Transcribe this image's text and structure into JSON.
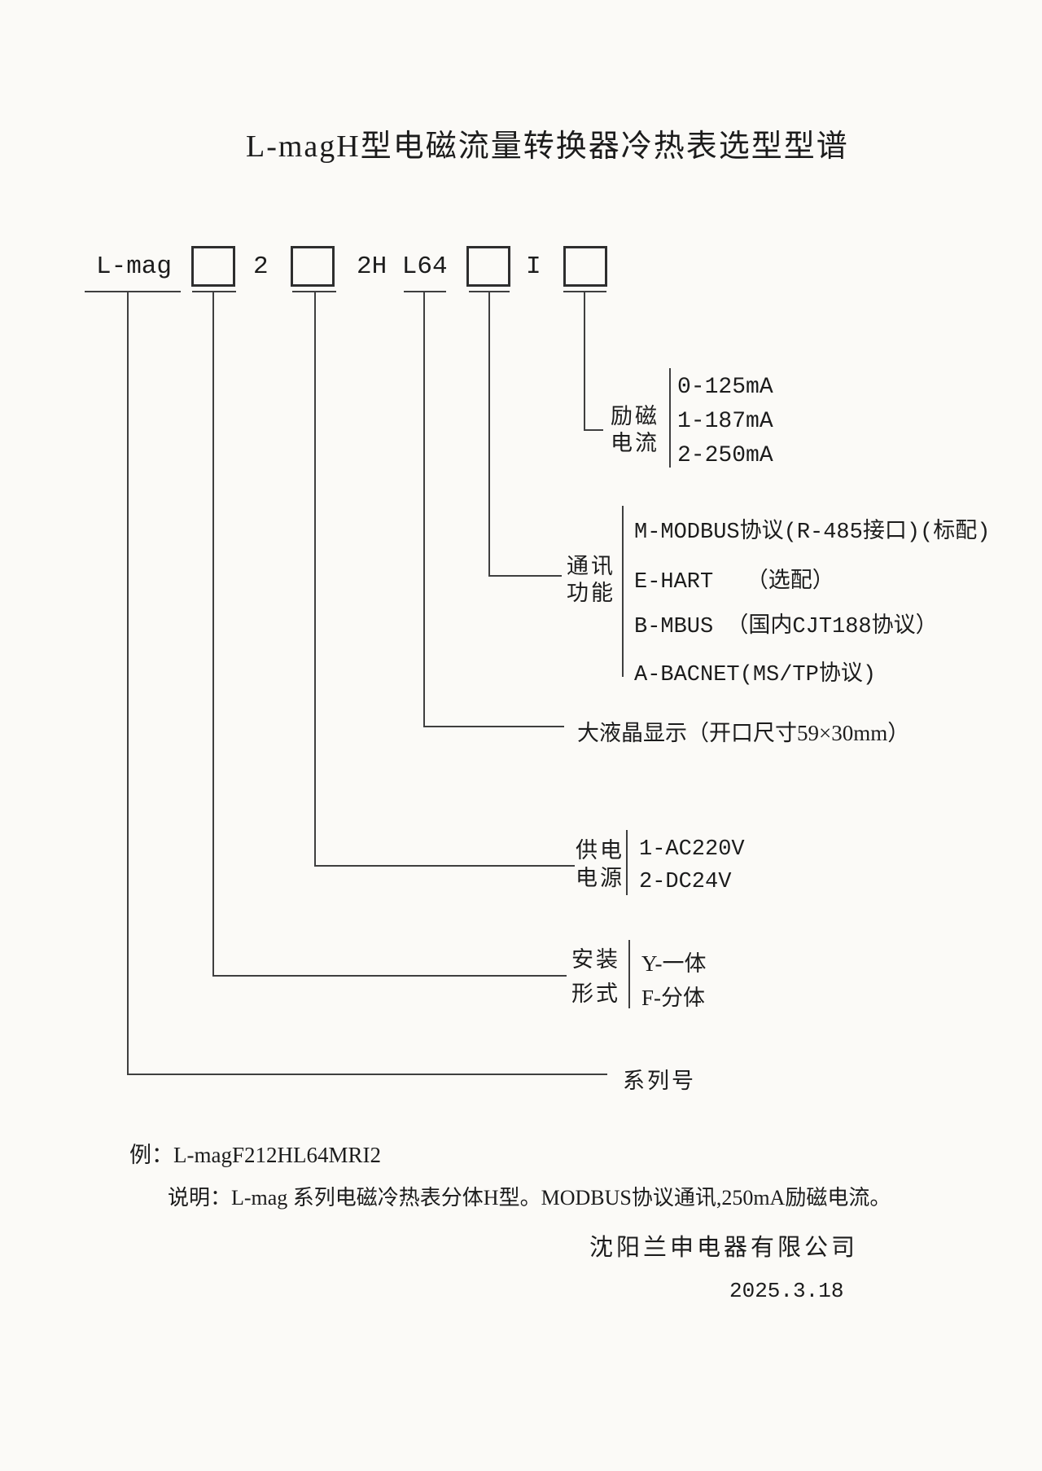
{
  "title": "L-magH型电磁流量转换器冷热表选型型谱",
  "model_code": {
    "prefix": "L-mag",
    "seg2": "2",
    "seg3": "2H L64",
    "seg4": "I"
  },
  "branches": {
    "excitation": {
      "label_line1": "励磁",
      "label_line2": "电流",
      "options": [
        "0-125mA",
        "1-187mA",
        "2-250mA"
      ]
    },
    "communication": {
      "label_line1": "通讯",
      "label_line2": "功能",
      "options": [
        "M-MODBUS协议(R-485接口)(标配)",
        "E-HART　　（选配）",
        "B-MBUS （国内CJT188协议）",
        "A-BACNET(MS/TP协议)"
      ]
    },
    "display": {
      "text": "大液晶显示（开口尺寸59×30mm）"
    },
    "power": {
      "label_line1": "供电",
      "label_line2": "电源",
      "options": [
        "1-AC220V",
        "2-DC24V"
      ]
    },
    "mounting": {
      "label_line1": "安装",
      "label_line2": "形式",
      "options": [
        "Y-一体",
        "F-分体"
      ]
    },
    "series": {
      "text": "系列号"
    }
  },
  "example": "例：L-magF212HL64MRI2",
  "description": "说明：L-mag 系列电磁冷热表分体H型。MODBUS协议通讯,250mA励磁电流。",
  "company": "沈阳兰申电器有限公司",
  "date": "2025.3.18",
  "colors": {
    "paper": "#fbfaf7",
    "ink": "#1c1c1c",
    "line": "#3f3f3f"
  }
}
